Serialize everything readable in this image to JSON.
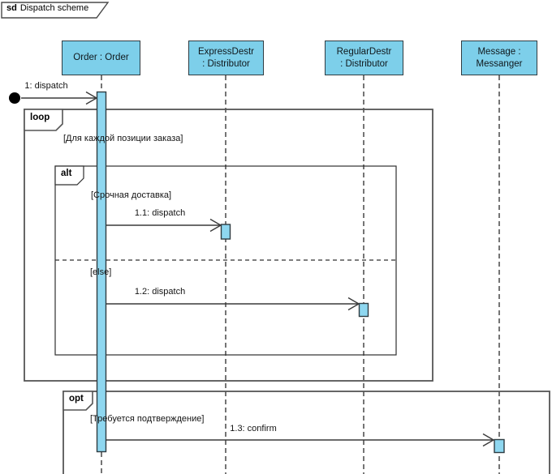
{
  "frame": {
    "keyword": "sd",
    "title": "Dispatch scheme"
  },
  "lifelines": [
    {
      "id": "order",
      "lines": [
        "Order : Order",
        ""
      ]
    },
    {
      "id": "express",
      "lines": [
        "ExpressDestr",
        ": Distributor"
      ]
    },
    {
      "id": "regular",
      "lines": [
        "RegularDestr",
        ": Distributor"
      ]
    },
    {
      "id": "message",
      "lines": [
        "Message :",
        "Messanger"
      ]
    }
  ],
  "messages": [
    {
      "label": "1: dispatch",
      "type": "found-message",
      "from": "start-point",
      "to": "order"
    },
    {
      "label": "1.1: dispatch",
      "from": "order",
      "to": "express"
    },
    {
      "label": "1.2: dispatch",
      "from": "order",
      "to": "regular"
    },
    {
      "label": "1.3: confirm",
      "from": "order",
      "to": "message"
    }
  ],
  "fragments": [
    {
      "operator": "loop",
      "guard": "[Для каждой позиции заказа]"
    },
    {
      "operator": "alt",
      "guard": "[Срочная доставка]",
      "else_label": "[else]"
    },
    {
      "operator": "opt",
      "guard": "[Требуется подтверждение]"
    }
  ],
  "colors": {
    "lifeline-fill": "#7dcfea",
    "activation-fill": "#8ed7f0",
    "shape-border": "#2f3c42",
    "fragment-border": "#555555",
    "alt-border": "#303030",
    "line": "#3a3a3a",
    "text": "#141414"
  }
}
